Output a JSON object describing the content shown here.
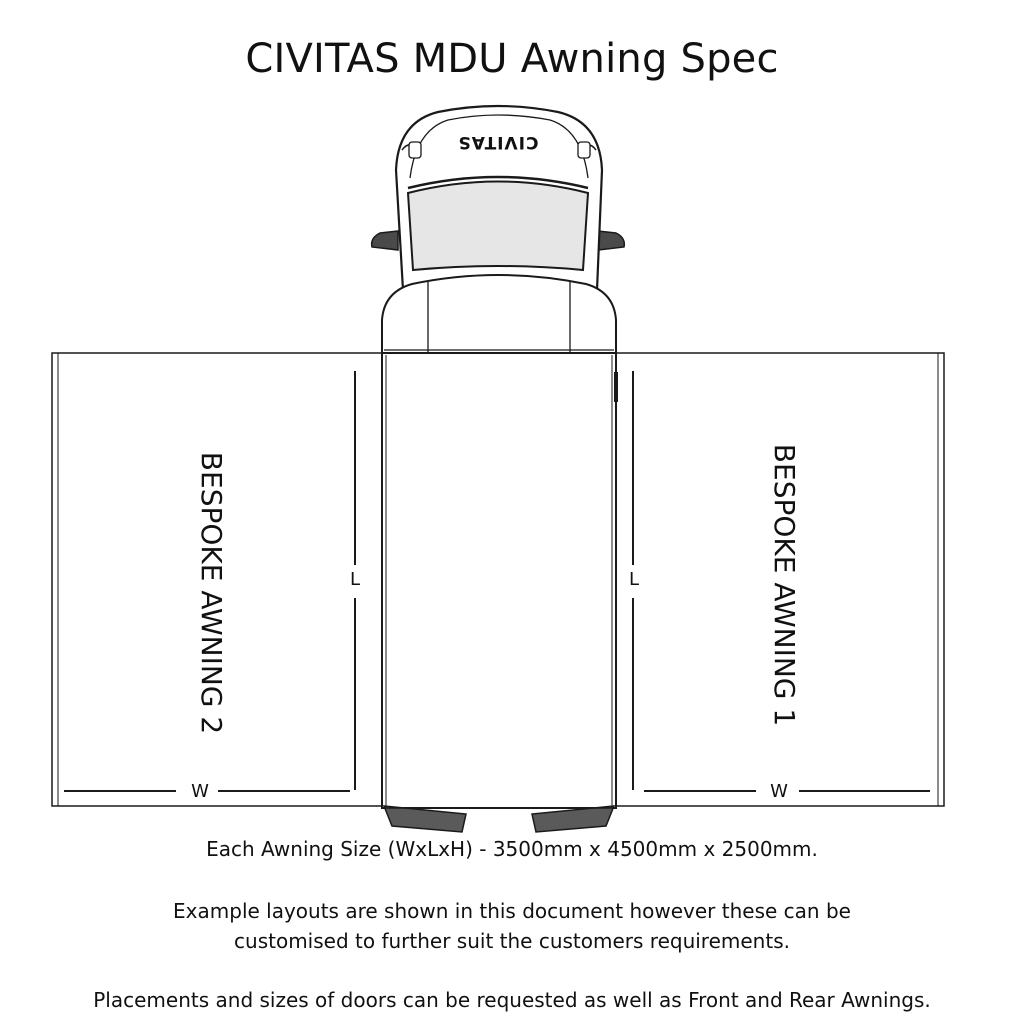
{
  "title": "CIVITAS MDU Awning Spec",
  "vehicle": {
    "bonnet_logo": "CIVITAS"
  },
  "awnings": {
    "left": {
      "label": "BESPOKE AWNING 2",
      "length_marker": "L",
      "width_marker": "W"
    },
    "right": {
      "label": "BESPOKE AWNING 1",
      "length_marker": "L",
      "width_marker": "W"
    }
  },
  "notes": {
    "size": "Each Awning Size (WxLxH) - 3500mm x 4500mm x 2500mm.",
    "layout_line1": "Example layouts are shown in this document however these can be",
    "layout_line2": "customised to further suit the customers requirements.",
    "placement": "Placements and sizes of doors can be requested as well as Front and Rear Awnings."
  },
  "colors": {
    "line": "#1a1a1a",
    "windscreen": "#e6e6e6",
    "mirror": "#4a4a4a",
    "bumper": "#5a5a5a"
  }
}
